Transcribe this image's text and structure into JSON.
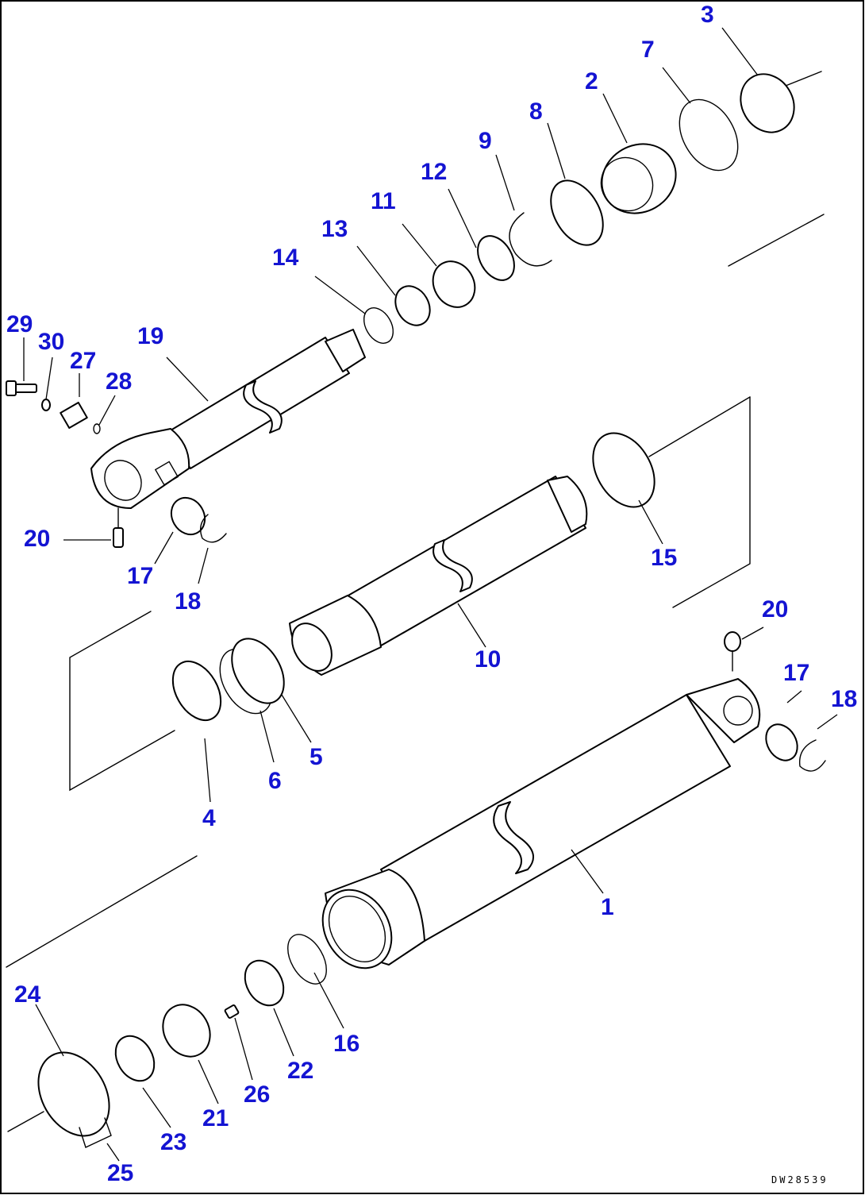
{
  "callouts": [
    {
      "id": "c1",
      "text": "1"
    },
    {
      "id": "c2",
      "text": "2"
    },
    {
      "id": "c3",
      "text": "3"
    },
    {
      "id": "c4",
      "text": "4"
    },
    {
      "id": "c5",
      "text": "5"
    },
    {
      "id": "c6",
      "text": "6"
    },
    {
      "id": "c7",
      "text": "7"
    },
    {
      "id": "c8",
      "text": "8"
    },
    {
      "id": "c9",
      "text": "9"
    },
    {
      "id": "c10",
      "text": "10"
    },
    {
      "id": "c11",
      "text": "11"
    },
    {
      "id": "c12",
      "text": "12"
    },
    {
      "id": "c13",
      "text": "13"
    },
    {
      "id": "c14",
      "text": "14"
    },
    {
      "id": "c15",
      "text": "15"
    },
    {
      "id": "c16",
      "text": "16"
    },
    {
      "id": "c17a",
      "text": "17"
    },
    {
      "id": "c17b",
      "text": "17"
    },
    {
      "id": "c18a",
      "text": "18"
    },
    {
      "id": "c18b",
      "text": "18"
    },
    {
      "id": "c19",
      "text": "19"
    },
    {
      "id": "c20a",
      "text": "20"
    },
    {
      "id": "c20b",
      "text": "20"
    },
    {
      "id": "c21",
      "text": "21"
    },
    {
      "id": "c22",
      "text": "22"
    },
    {
      "id": "c23",
      "text": "23"
    },
    {
      "id": "c24",
      "text": "24"
    },
    {
      "id": "c25",
      "text": "25"
    },
    {
      "id": "c26",
      "text": "26"
    },
    {
      "id": "c27",
      "text": "27"
    },
    {
      "id": "c28",
      "text": "28"
    },
    {
      "id": "c29",
      "text": "29"
    },
    {
      "id": "c30",
      "text": "30"
    }
  ],
  "drawing_code": "DW28539",
  "colors": {
    "callout": "#1414d2",
    "line": "#000000",
    "background": "#ffffff"
  }
}
